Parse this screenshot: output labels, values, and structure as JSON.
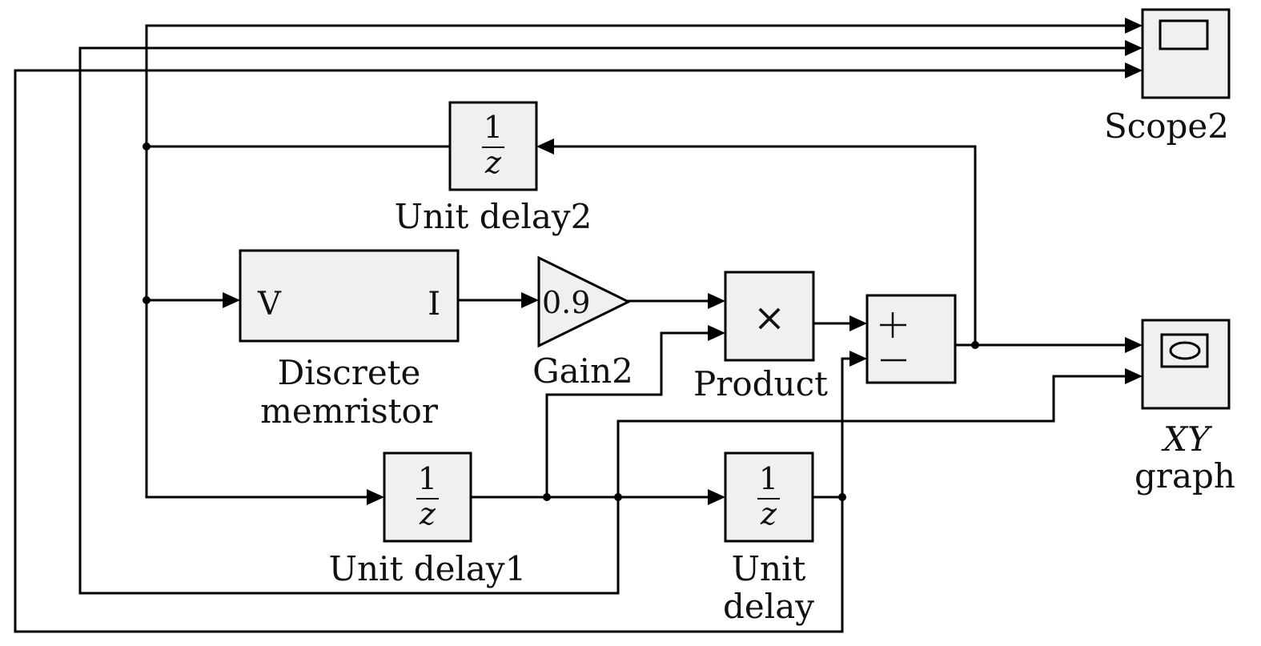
{
  "diagram": {
    "title": "Discrete memristor Simulink model",
    "blocks": {
      "scope2": {
        "label": "Scope2",
        "icon": "scope-icon"
      },
      "unit_delay2": {
        "label": "Unit delay2",
        "numerator": "1",
        "denominator": "z"
      },
      "discrete_memristor": {
        "label_line1": "Discrete",
        "label_line2": "memristor",
        "port_in": "V",
        "port_out": "I"
      },
      "gain2": {
        "label": "Gain2",
        "value": "0.9"
      },
      "product": {
        "label": "Product",
        "symbol": "×"
      },
      "sum": {
        "plus": "+",
        "minus": "−"
      },
      "xy_graph": {
        "label_line1": "XY",
        "label_line2": "graph",
        "icon": "xy-graph-icon"
      },
      "unit_delay1": {
        "label": "Unit delay1",
        "numerator": "1",
        "denominator": "z"
      },
      "unit_delay": {
        "label_line1": "Unit",
        "label_line2": "delay",
        "numerator": "1",
        "denominator": "z"
      }
    },
    "connections": [
      {
        "from": "unit_delay2",
        "to": "discrete_memristor.V"
      },
      {
        "from": "unit_delay2",
        "to": "unit_delay1"
      },
      {
        "from": "unit_delay2",
        "to": "scope2.in1"
      },
      {
        "from": "discrete_memristor.I",
        "to": "gain2"
      },
      {
        "from": "gain2",
        "to": "product.in1"
      },
      {
        "from": "unit_delay1",
        "to": "product.in2"
      },
      {
        "from": "unit_delay1",
        "to": "unit_delay"
      },
      {
        "from": "unit_delay1",
        "to": "xy_graph.in2"
      },
      {
        "from": "unit_delay1",
        "to": "scope2.in2"
      },
      {
        "from": "product",
        "to": "sum.plus"
      },
      {
        "from": "unit_delay",
        "to": "sum.minus"
      },
      {
        "from": "unit_delay",
        "to": "scope2.in3"
      },
      {
        "from": "sum",
        "to": "xy_graph.in1"
      },
      {
        "from": "sum",
        "to": "unit_delay2"
      }
    ]
  }
}
